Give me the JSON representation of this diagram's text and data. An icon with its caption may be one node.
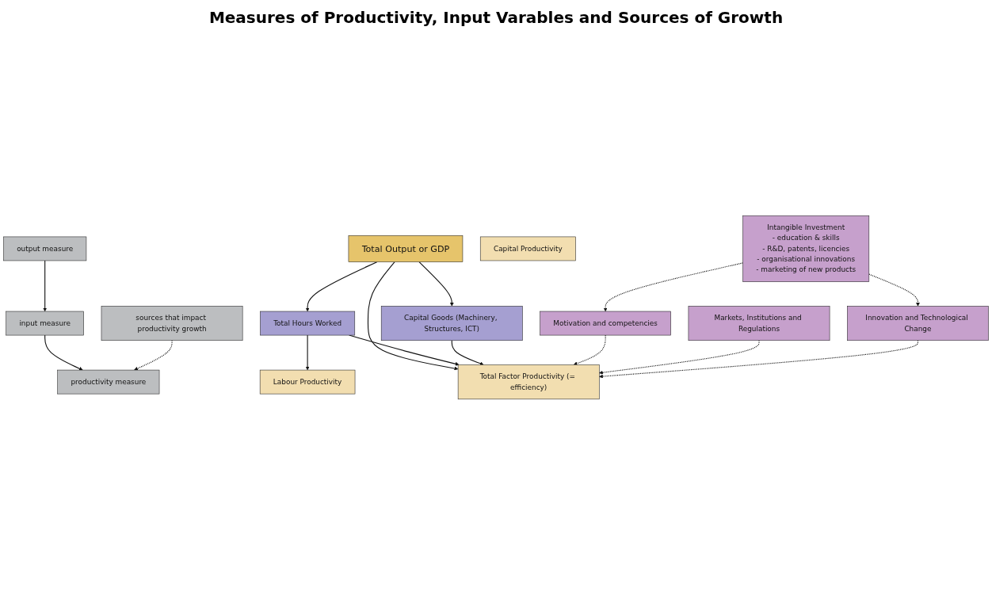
{
  "diagram": {
    "title": "Measures of Productivity, Input Varables and Sources of Growth",
    "nodes": [
      {
        "text": [
          "output measure"
        ]
      },
      {
        "text": [
          "Total Output or GDP"
        ]
      },
      {
        "text": [
          "input measure"
        ]
      },
      {
        "text": [
          "Total Hours Worked"
        ]
      },
      {
        "text": [
          "Capital Goods (Machinery, Structures, ICT)"
        ]
      },
      {
        "text": [
          "productivity measure"
        ]
      },
      {
        "text": [
          "Labour Productivity"
        ]
      },
      {
        "text": [
          "Total Factor Productivity (= efficiency)"
        ]
      },
      {
        "text": [
          "Capital Productivity"
        ]
      },
      {
        "text": [
          "sources that impact productivity growth"
        ]
      },
      {
        "text": [
          "Motivation and competencies"
        ]
      },
      {
        "text": [
          "Markets, Institutions and Regulations"
        ]
      },
      {
        "text": [
          "Innovation and Technological Change"
        ]
      },
      {
        "text": [
          "Intangible Investment",
          "- education & skills",
          "- R&D, patents, licencies",
          "- organisational innovations",
          "- marketing of new products"
        ]
      }
    ],
    "edges": [
      {
        "from": 0,
        "to": 2,
        "arrow": "to"
      },
      {
        "from": 2,
        "to": 5,
        "arrow": "to"
      },
      {
        "from": 9,
        "to": 5,
        "arrow": "to",
        "style": "dashed"
      },
      {
        "from": 1,
        "to": 3,
        "arrow": "to"
      },
      {
        "from": 1,
        "to": 7,
        "arrow": "to"
      },
      {
        "from": 1,
        "to": 4,
        "arrow": "to"
      },
      {
        "from": 3,
        "to": 6,
        "arrow": "to"
      },
      {
        "from": 3,
        "to": 7,
        "arrow": "to"
      },
      {
        "from": 4,
        "to": 7,
        "arrow": "to"
      },
      {
        "from": 10,
        "to": 7,
        "arrow": "to",
        "style": "dashed"
      },
      {
        "from": 11,
        "to": 7,
        "arrow": "to",
        "style": "dashed"
      },
      {
        "from": 12,
        "to": 7,
        "arrow": "to",
        "style": "dashed"
      },
      {
        "from": 13,
        "to": 10,
        "arrow": "to",
        "style": "dashed"
      },
      {
        "from": 13,
        "to": 12,
        "arrow": "to",
        "style": "dashed"
      }
    ]
  }
}
